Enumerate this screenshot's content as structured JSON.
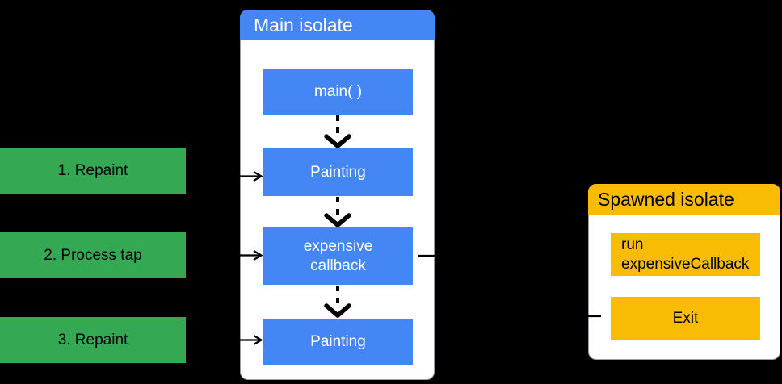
{
  "background_color": "#000000",
  "colors": {
    "blue": "#4586f5",
    "green": "#34a853",
    "amber": "#fabb05",
    "card_background": "#ffffff",
    "card_border": "#9aa0a6",
    "connector": "#000000",
    "text_on_blue": "#ffffff",
    "text_on_green": "#000000",
    "text_on_amber": "#000000"
  },
  "event_labels": [
    {
      "text": "1. Repaint"
    },
    {
      "text": "2. Process tap"
    },
    {
      "text": "3. Repaint"
    }
  ],
  "main_isolate": {
    "title": "Main isolate",
    "steps": [
      {
        "label": "main( )"
      },
      {
        "label": "Painting"
      },
      {
        "label": "expensive callback"
      },
      {
        "label": "Painting"
      }
    ]
  },
  "spawned_isolate": {
    "title": "Spawned isolate",
    "steps": [
      {
        "label": "run expensiveCallback"
      },
      {
        "label": "Exit"
      }
    ]
  }
}
